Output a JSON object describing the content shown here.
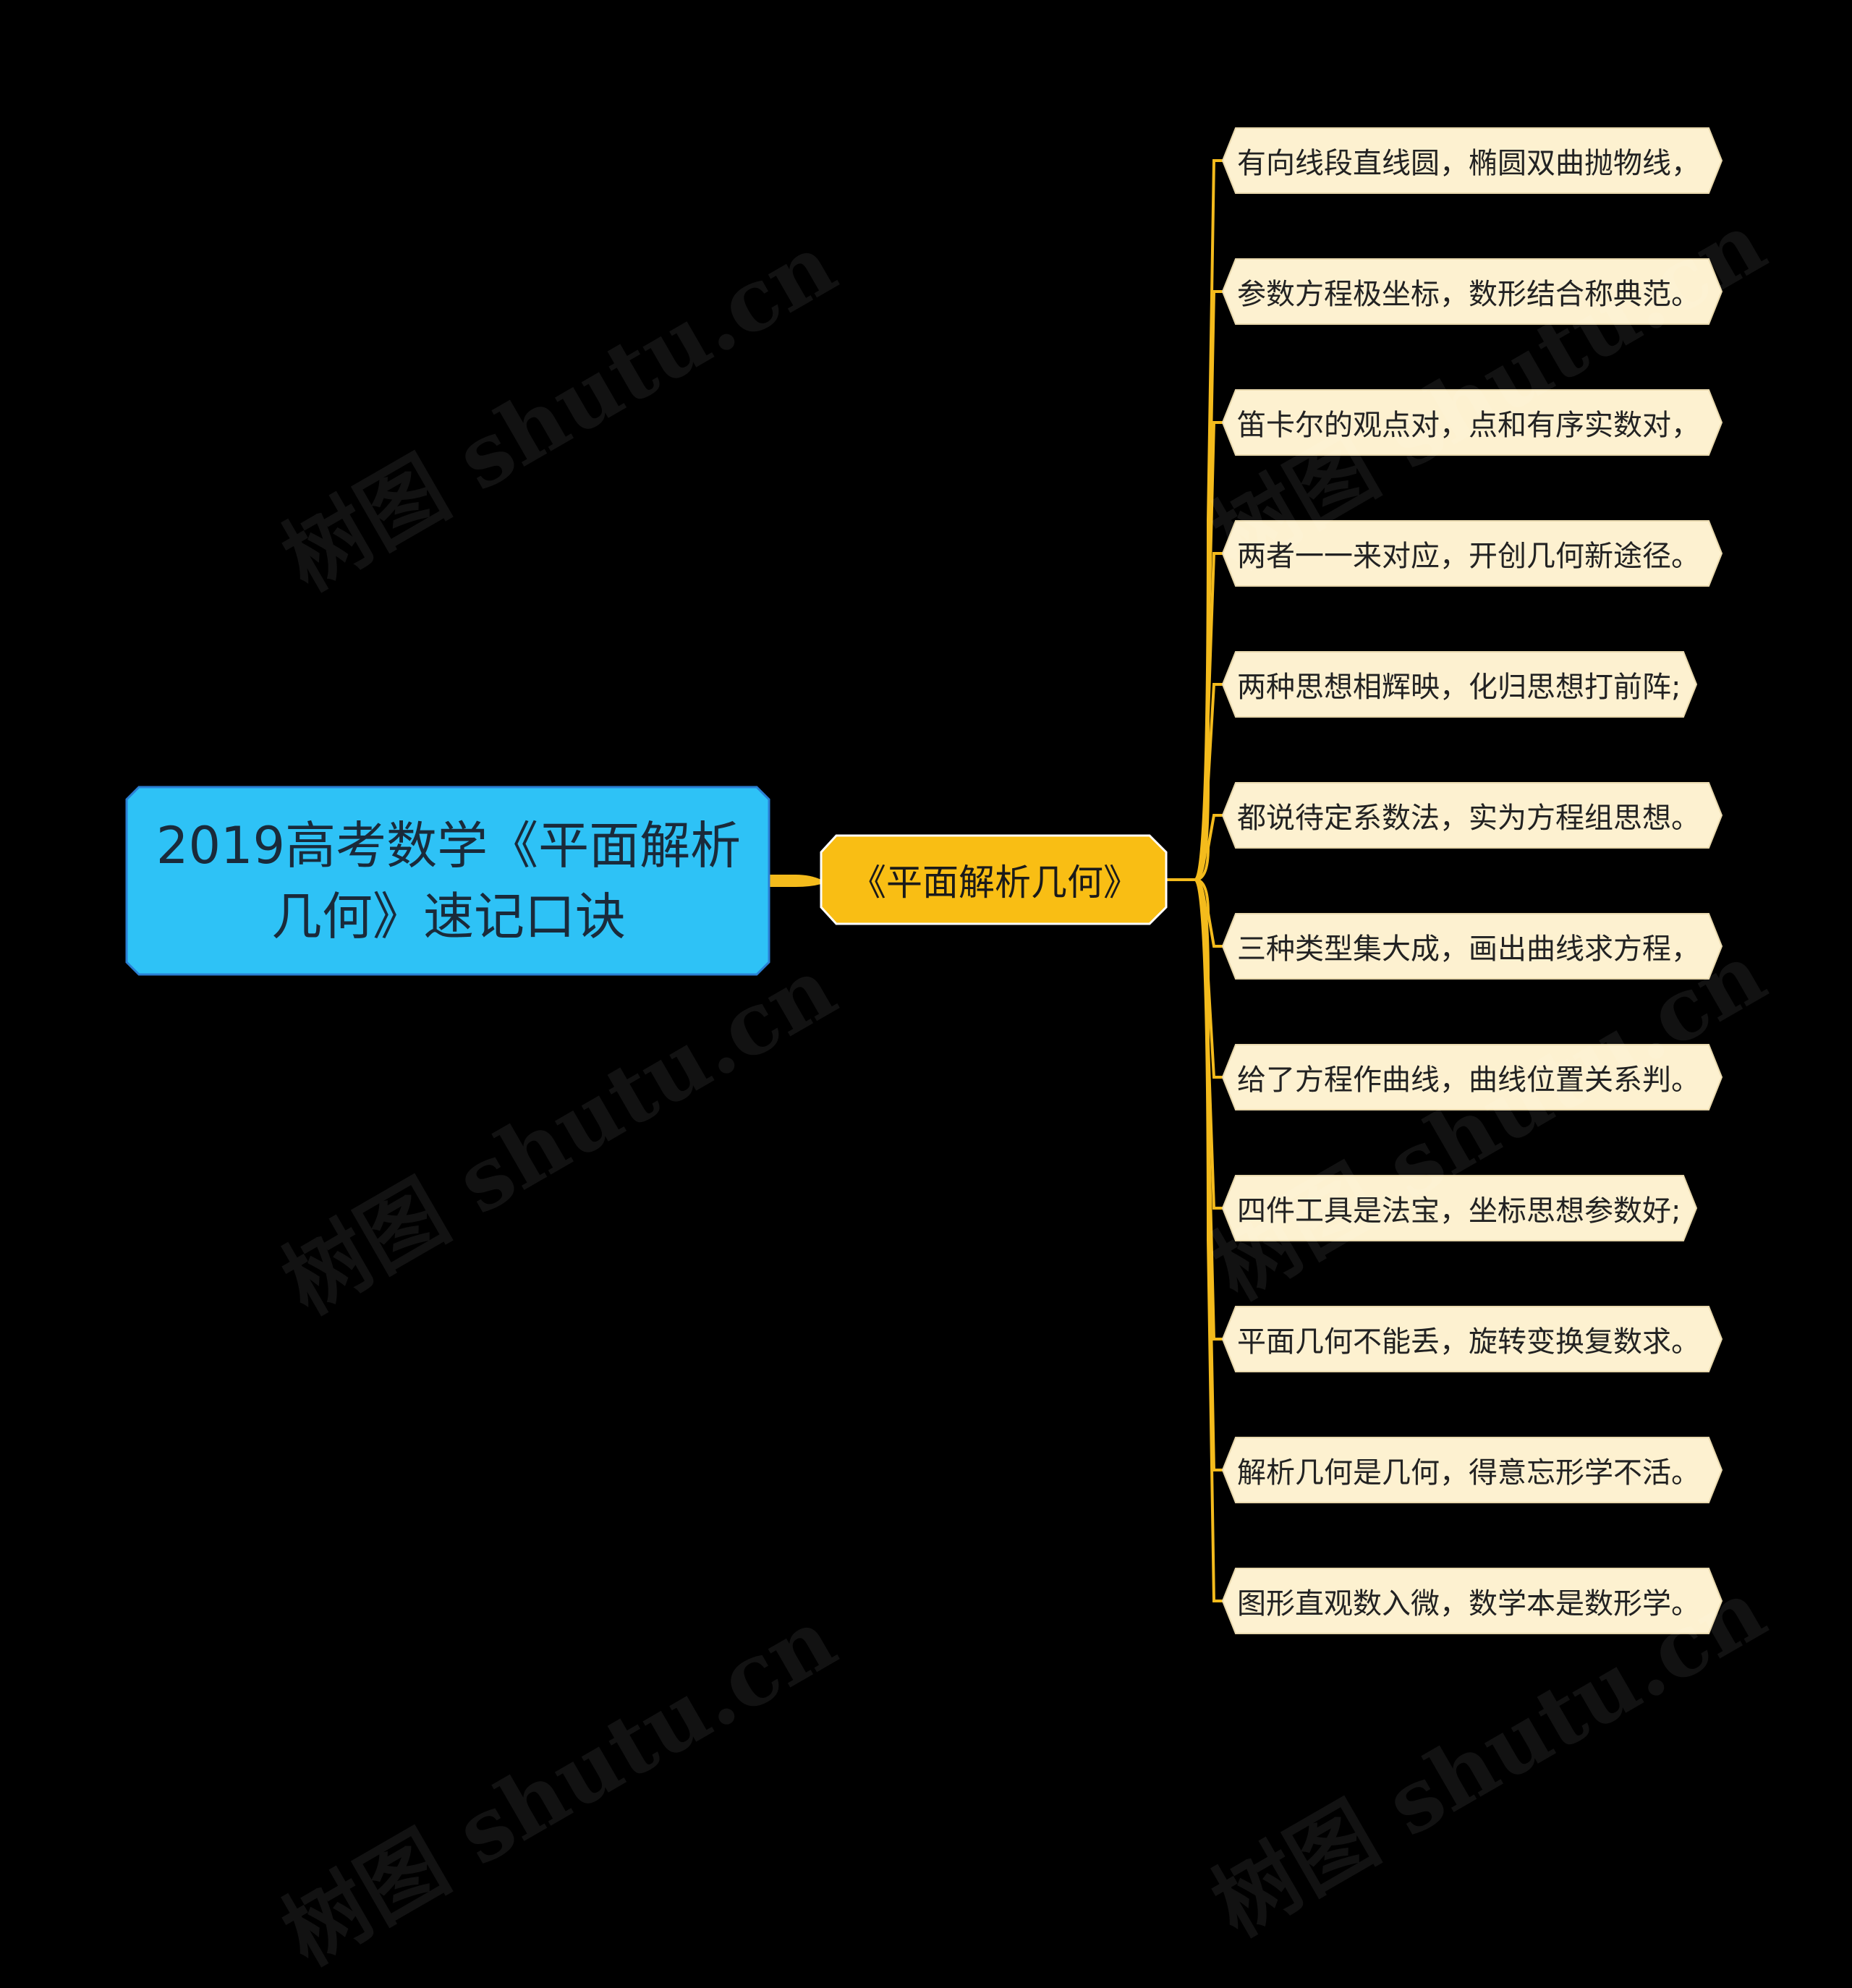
{
  "root": {
    "label": "2019高考数学《平面解析几何》速记口诀"
  },
  "branch": {
    "label": "《平面解析几何》"
  },
  "leaves": [
    "有向线段直线圆，椭圆双曲抛物线，",
    "参数方程极坐标，数形结合称典范。",
    "笛卡尔的观点对，点和有序实数对，",
    "两者一一来对应，开创几何新途径。",
    "两种思想相辉映，化归思想打前阵;",
    "都说待定系数法，实为方程组思想。",
    "三种类型集大成，画出曲线求方程，",
    "给了方程作曲线，曲线位置关系判。",
    "四件工具是法宝，坐标思想参数好;",
    "平面几何不能丢，旋转变换复数求。",
    "解析几何是几何，得意忘形学不活。",
    "图形直观数入微，数学本是数形学。"
  ],
  "watermark": "树图 shutu.cn",
  "colors": {
    "background": "#000000",
    "root_fill": "#2ec2f6",
    "root_stroke": "#2a7fd4",
    "branch_fill": "#f9be14",
    "branch_stroke": "#ffffff",
    "leaf_fill": "#fdf1d0",
    "connector": "#f4bb1c"
  }
}
